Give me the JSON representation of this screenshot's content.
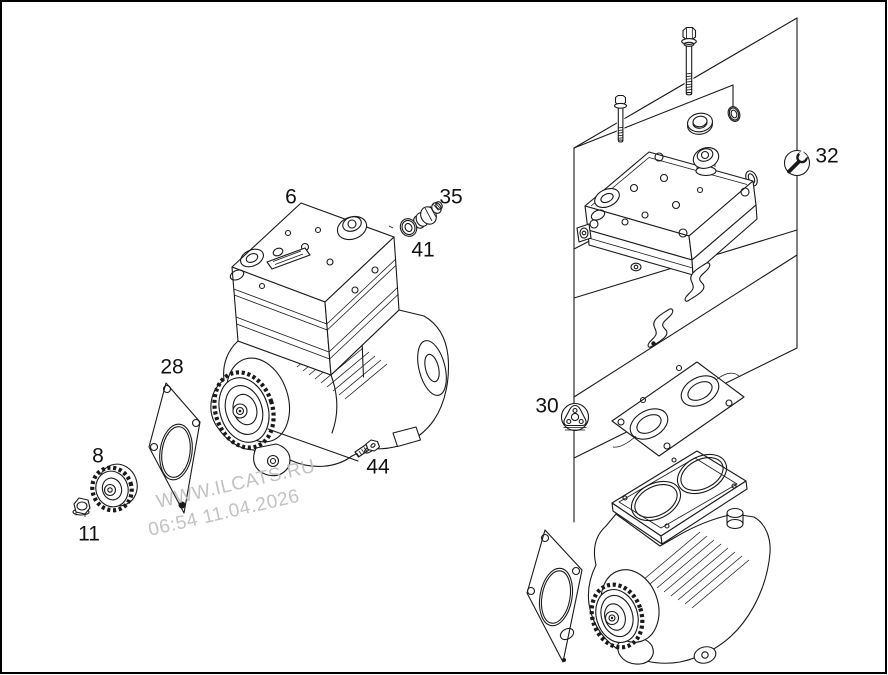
{
  "figure": {
    "title": "Air compressor exploded parts diagram",
    "background": "#ffffff",
    "line_color": "#1a1a1a",
    "label_color": "#111111",
    "border_color": "#000000"
  },
  "watermark": {
    "line1": "WWW.ILCATS.RU",
    "line2": "06:54 11.04.2026",
    "color": "#bdbdbd"
  },
  "callouts": [
    {
      "ref": "6",
      "part": "compressor-assembly"
    },
    {
      "ref": "8",
      "part": "drive-gear"
    },
    {
      "ref": "11",
      "part": "hex-nut"
    },
    {
      "ref": "28",
      "part": "mounting-gasket"
    },
    {
      "ref": "30",
      "part": "triangular-seal-flange"
    },
    {
      "ref": "32",
      "part": "cylinder-head-repair-kit"
    },
    {
      "ref": "35",
      "part": "threaded-fitting"
    },
    {
      "ref": "41",
      "part": "seal-ring"
    },
    {
      "ref": "44",
      "part": "hex-flange-bolt"
    }
  ],
  "symbols": [
    {
      "name": "wrench-icon",
      "meaning": "repair-kit marker",
      "callout": "32"
    },
    {
      "name": "seal-flange-icon",
      "meaning": "seal part marker",
      "callout": "30"
    }
  ]
}
